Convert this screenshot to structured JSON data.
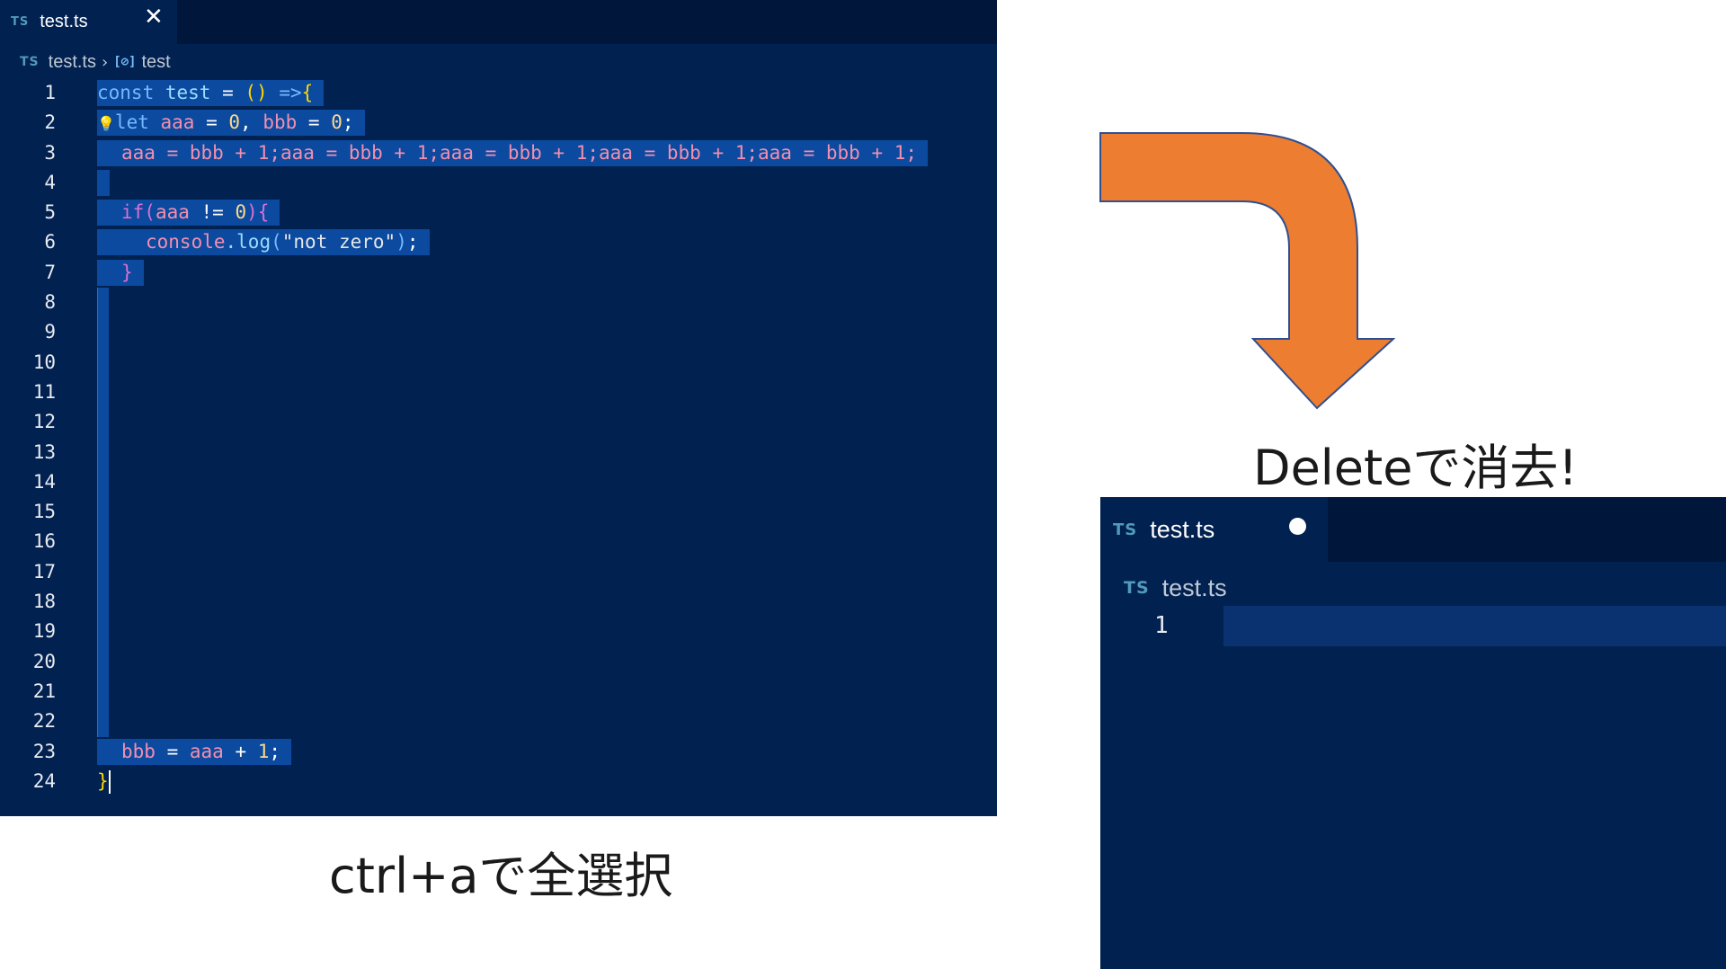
{
  "editor_before": {
    "tab": {
      "badge": "TS",
      "filename": "test.ts",
      "close": "✕"
    },
    "breadcrumb": {
      "badge": "TS",
      "file": "test.ts",
      "separator": "›",
      "symbol_icon": "[⊘]",
      "symbol": "test"
    },
    "line_numbers": [
      "1",
      "2",
      "3",
      "4",
      "5",
      "6",
      "7",
      "8",
      "9",
      "10",
      "11",
      "12",
      "13",
      "14",
      "15",
      "16",
      "17",
      "18",
      "19",
      "20",
      "21",
      "22",
      "23",
      "24"
    ],
    "code": {
      "l1": {
        "a": "const",
        "b": " test",
        "c": " = ",
        "d": "()",
        "e": " =>",
        "f": "{"
      },
      "l2": {
        "bulb": "💡",
        "a": "let",
        "b": " aaa",
        "c": " = ",
        "d": "0",
        "e": ", ",
        "f": "bbb",
        "g": " = ",
        "h": "0",
        "i": ";"
      },
      "l3": {
        "text": "aaa = bbb + 1;aaa = bbb + 1;aaa = bbb + 1;aaa = bbb + 1;aaa = bbb + 1;"
      },
      "l5": {
        "a": "if",
        "b": "(",
        "c": "aaa",
        "d": " != ",
        "e": "0",
        "f": ")",
        "g": "{"
      },
      "l6": {
        "a": "console",
        "b": ".log",
        "c": "(",
        "d": "\"not zero\"",
        "e": ")",
        "f": ";"
      },
      "l7": {
        "a": "}"
      },
      "l23": {
        "a": "bbb",
        "b": " = ",
        "c": "aaa",
        "d": " + ",
        "e": "1",
        "f": ";"
      },
      "l24": {
        "a": "}"
      }
    },
    "caption": "ctrl+aで全選択"
  },
  "arrow": {
    "label": "Deleteで消去!",
    "color": "#ed7d31",
    "icon": "bent-arrow-down-icon"
  },
  "editor_after": {
    "tab": {
      "badge": "TS",
      "filename": "test.ts",
      "modified_indicator": "unsaved-dot"
    },
    "breadcrumb": {
      "badge": "TS",
      "file": "test.ts"
    },
    "line_number": "1"
  }
}
